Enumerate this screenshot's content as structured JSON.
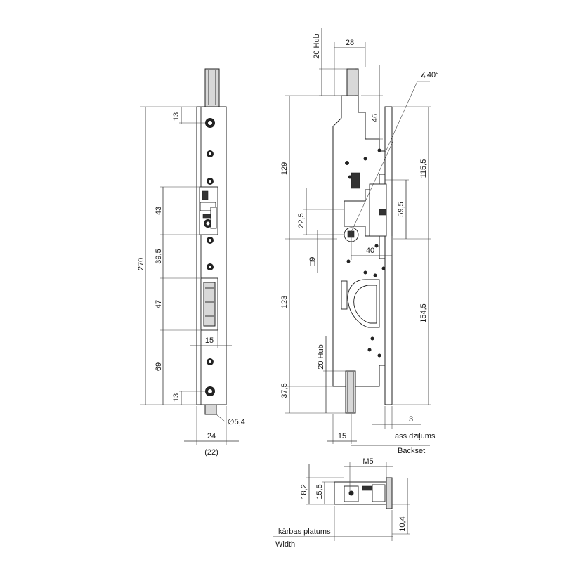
{
  "dimensions": {
    "hub_top": "20 Hub",
    "top_width": "28",
    "angle": "40°",
    "d13_top": "13",
    "d129": "129",
    "d46": "46",
    "d115_5": "115,5",
    "d43": "43",
    "d270": "270",
    "d22_5": "22,5",
    "d59_5": "59,5",
    "d39_5": "39,5",
    "d40": "40",
    "sq9": "□9",
    "d47": "47",
    "d123": "123",
    "d154_5": "154,5",
    "d15_left": "15",
    "hub_bottom": "20 Hub",
    "d69": "69",
    "d37_5": "37,5",
    "d13_bottom": "13",
    "dia5_4": "∅5,4",
    "d3": "3",
    "d24": "24",
    "d22p": "(22)",
    "d15_bottom": "15",
    "m5": "M5",
    "d18_2": "18,2",
    "d15_5": "15,5",
    "d10_4": "10,4"
  },
  "labels": {
    "backset_lv": "ass dziļums",
    "backset": "Backset",
    "width_lv": "kārbas platums",
    "width": "Width"
  }
}
